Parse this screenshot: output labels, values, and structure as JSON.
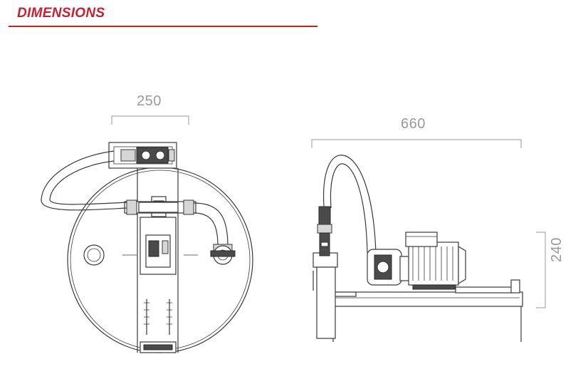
{
  "heading": "DIMENSIONS",
  "dimensions": {
    "width_top_view": "250",
    "length_side_view": "660",
    "height_side_view": "240"
  },
  "colors": {
    "accent": "#c8202f",
    "dimension_text": "#9a9a9a",
    "drawing_line": "#3a3a3a"
  }
}
